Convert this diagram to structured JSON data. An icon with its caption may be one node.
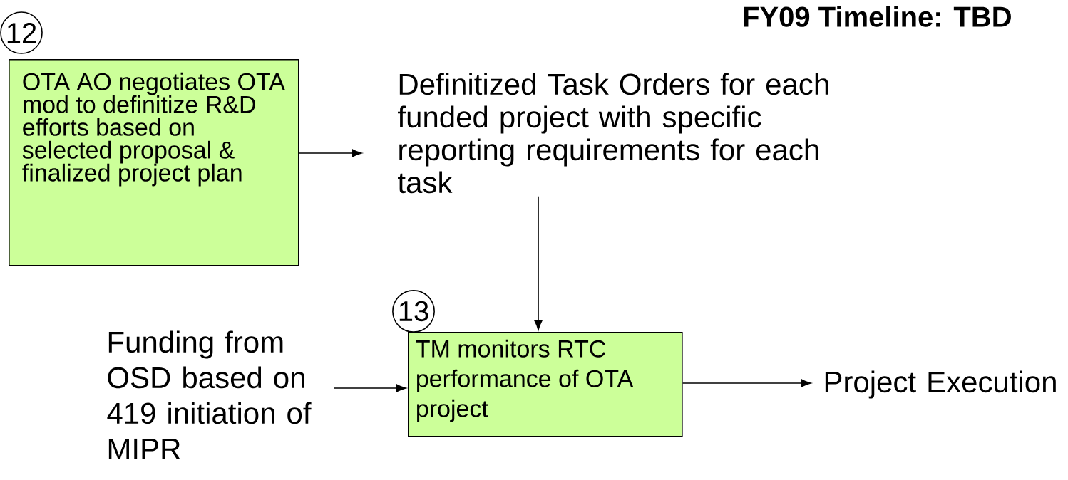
{
  "diagram": {
    "title": "FY09 Timeline: TBD",
    "nodes": [
      {
        "text": [
          "12"
        ]
      },
      {
        "text": [
          "OTA AO negotiates OTA mod to definitize R&D efforts based on selected proposal & finalized project plan"
        ]
      },
      {
        "text": [
          "Definitized Task Orders for each funded project with specific reporting requirements for each task"
        ]
      },
      {
        "text": [
          "13"
        ]
      },
      {
        "text": [
          "TM monitors RTC performance of OTA project"
        ]
      },
      {
        "text": [
          "Funding from OSD based on 419 initiation of MIPR"
        ]
      },
      {
        "text": [
          "Project Execution"
        ]
      }
    ],
    "edges": [
      {
        "from": 1,
        "to": 2,
        "arrow": "to"
      },
      {
        "from": 2,
        "to": 4,
        "arrow": "to"
      },
      {
        "from": 5,
        "to": 4,
        "arrow": "to"
      },
      {
        "from": 4,
        "to": 6,
        "arrow": "to"
      }
    ]
  }
}
